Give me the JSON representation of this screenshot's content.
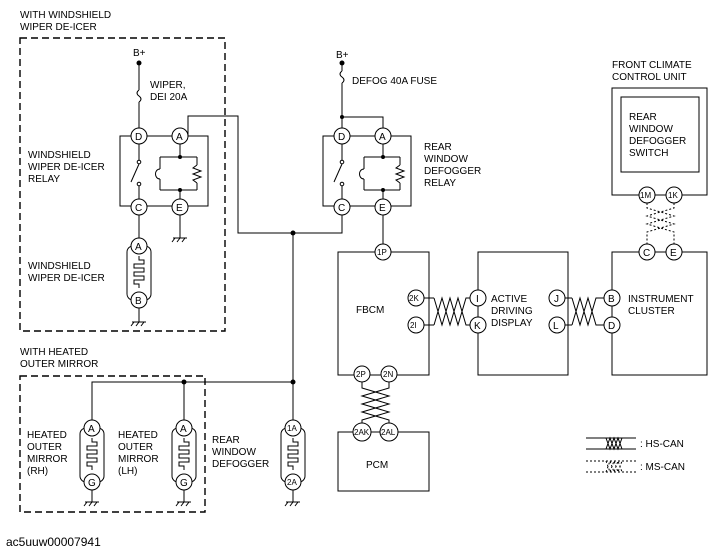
{
  "groups": {
    "deicer": [
      "WITH WINDSHIELD",
      "WIPER DE-ICER"
    ],
    "mirror": [
      "WITH HEATED",
      "OUTER MIRROR"
    ]
  },
  "power": {
    "b_plus": "B+",
    "wiper_fuse": [
      "WIPER,",
      "DEI 20A"
    ],
    "defog_fuse": "DEFOG 40A FUSE"
  },
  "components": {
    "wiper_relay": [
      "WINDSHIELD",
      "WIPER DE-ICER",
      "RELAY"
    ],
    "wiper_deicer": [
      "WINDSHIELD",
      "WIPER DE-ICER"
    ],
    "defogger_relay": [
      "REAR",
      "WINDOW",
      "DEFOGGER",
      "RELAY"
    ],
    "climate_unit": [
      "FRONT CLIMATE",
      "CONTROL UNIT"
    ],
    "defogger_switch": [
      "REAR",
      "WINDOW",
      "DEFOGGER",
      "SWITCH"
    ],
    "fbcm": "FBCM",
    "add": [
      "ACTIVE",
      "DRIVING",
      "DISPLAY"
    ],
    "cluster": [
      "INSTRUMENT",
      "CLUSTER"
    ],
    "pcm": "PCM",
    "mirror_rh": [
      "HEATED",
      "OUTER",
      "MIRROR",
      "(RH)"
    ],
    "mirror_lh": [
      "HEATED",
      "OUTER",
      "MIRROR",
      "(LH)"
    ],
    "rear_defogger": [
      "REAR",
      "WINDOW",
      "DEFOGGER"
    ]
  },
  "pins": {
    "D": "D",
    "A": "A",
    "C": "C",
    "E": "E",
    "B": "B",
    "G": "G",
    "1P": "1P",
    "2K": "2K",
    "2I": "2I",
    "2P": "2P",
    "2N": "2N",
    "2AK": "2AK",
    "2AL": "2AL",
    "I": "I",
    "K": "K",
    "J": "J",
    "L": "L",
    "1M": "1M",
    "1K": "1K",
    "1A": "1A",
    "2A": "2A"
  },
  "legend": {
    "hs": ": HS-CAN",
    "ms": ": MS-CAN"
  },
  "caption": "ac5uuw00007941"
}
